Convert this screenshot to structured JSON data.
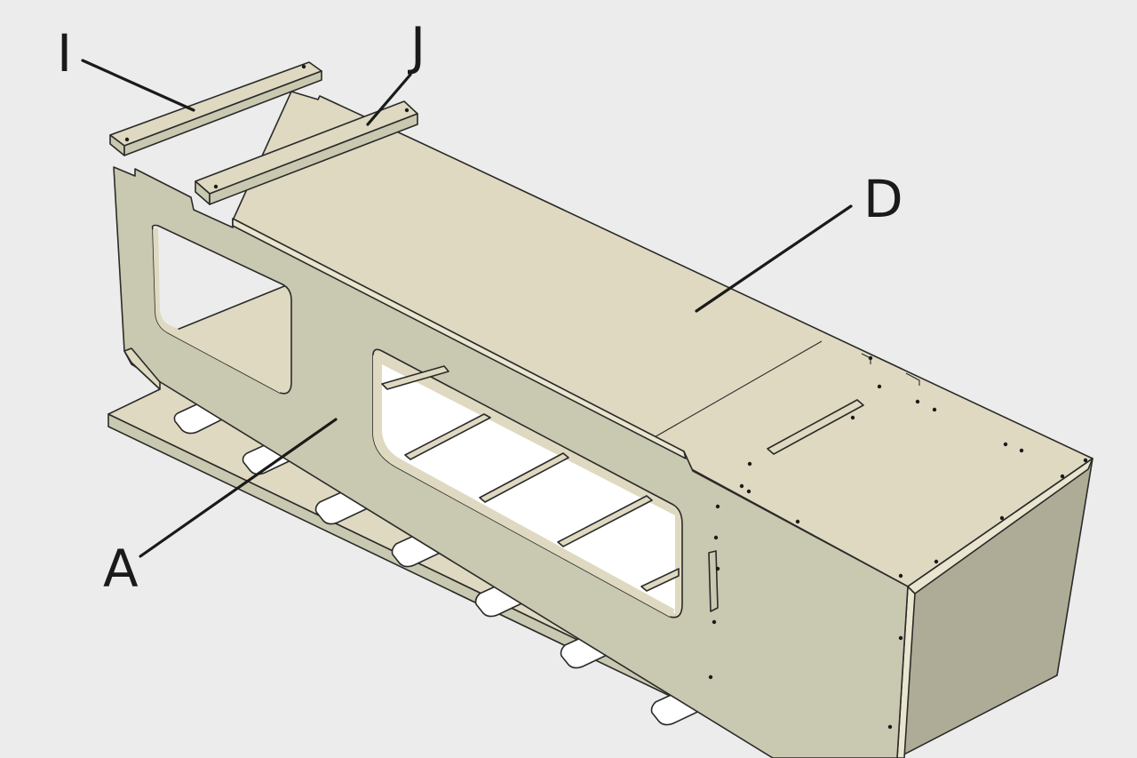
{
  "figure": {
    "labels": {
      "I": "I",
      "J": "J",
      "D": "D",
      "A": "A"
    },
    "colors": {
      "background": "#ececec",
      "panel_face": "#ded9c0",
      "panel_side": "#c9c8b0",
      "panel_dark": "#aeac96",
      "edge_light": "#e9e5cf",
      "opening": "#ffffff",
      "line": "#2a2a2a"
    }
  }
}
